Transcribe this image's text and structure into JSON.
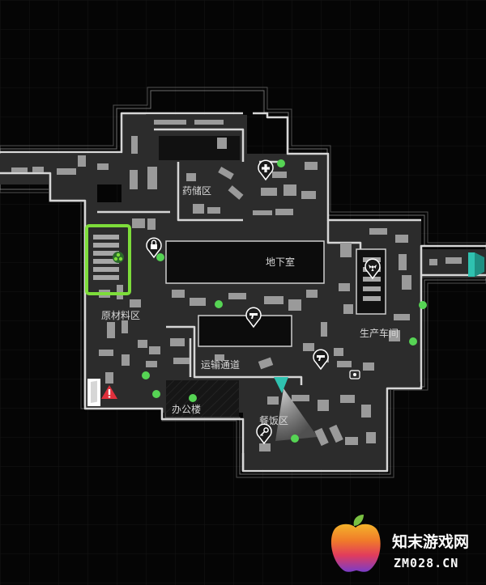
{
  "map": {
    "zones": {
      "pharmacy": "药储区",
      "basement": "地下室",
      "raw_materials": "原材料区",
      "production": "生产车间",
      "corridor": "运输通道",
      "office": "办公楼",
      "cafeteria": "餐饭区"
    },
    "colors": {
      "floor": "#2c2c2c",
      "wall": "#d6d6d6",
      "objective": "#56d454",
      "highlight": "#7ddc3a",
      "exit": "#2fc2b0",
      "danger": "#e0303c"
    },
    "icons": [
      "medkit-icon",
      "lock-icon",
      "pistol-icon",
      "pistol-icon",
      "biohazard-icon",
      "key-icon",
      "radiation-icon",
      "danger-icon",
      "exit-door-icon"
    ]
  },
  "watermark": {
    "site_name": "知末游戏网",
    "site_domain": "ZM028.CN"
  }
}
